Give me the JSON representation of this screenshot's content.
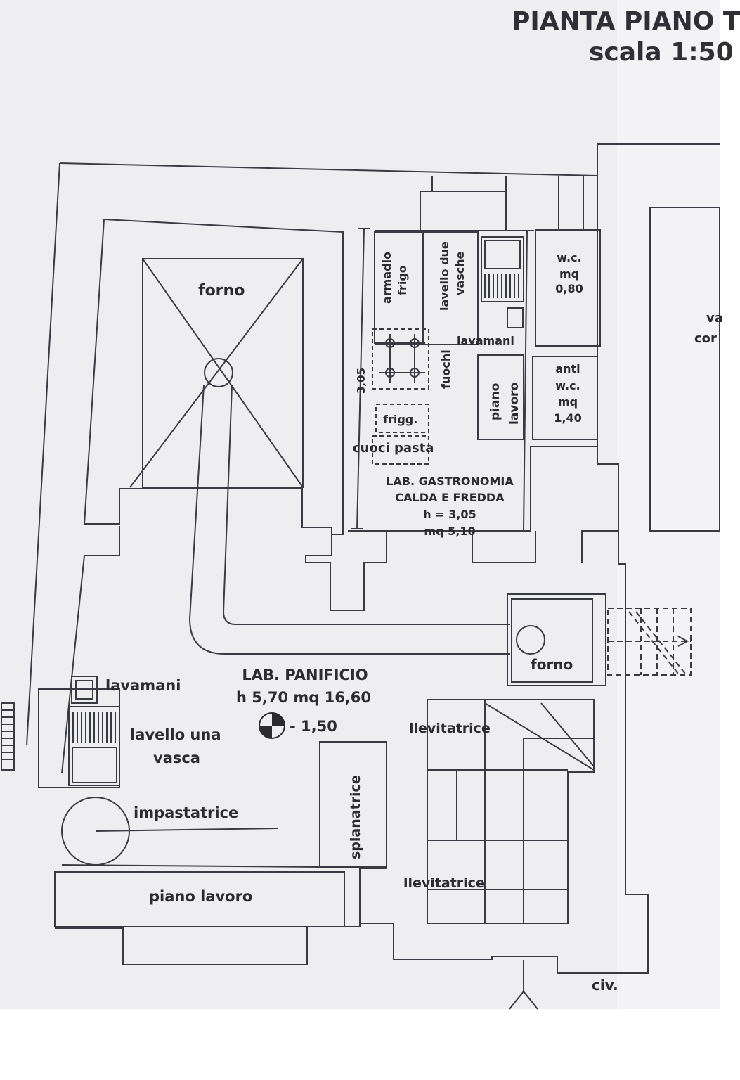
{
  "header": {
    "title": "PIANTA PIANO T",
    "scale": "scala 1:50"
  },
  "rooms": {
    "lab_gastronomia": {
      "line1": "LAB. GASTRONOMIA",
      "line2": "CALDA E FREDDA",
      "height": "h = 3,05",
      "area": "mq 5,10"
    },
    "lab_panificio": {
      "line1": "LAB. PANIFICIO",
      "line2": "h 5,70 mq 16,60",
      "level": "- 1,50"
    },
    "wc": {
      "line1": "w.c.",
      "line2": "mq",
      "line3": "0,80"
    },
    "anti_wc": {
      "line1": "anti",
      "line2": "w.c.",
      "line3": "mq",
      "line4": "1,40"
    },
    "neighbor": {
      "line1": "va",
      "line2": "cor"
    }
  },
  "fixtures": {
    "forno_top": "forno",
    "forno_bottom": "forno",
    "armadio_frigo_1": "armadio",
    "armadio_frigo_2": "frigo",
    "lavello_due_vasche_1": "lavello due",
    "lavello_due_vasche_2": "vasche",
    "lavamani_top": "lavamani",
    "fuochi": "fuochi",
    "piano_lavoro_top_1": "piano",
    "piano_lavoro_top_2": "lavoro",
    "frigg": "frigg.",
    "cuoci_pasta": "cuoci pasta",
    "lavamani_bottom": "lavamani",
    "lavello_una_vasca_1": "lavello una",
    "lavello_una_vasca_2": "vasca",
    "impastatrice": "impastatrice",
    "splanatrice": "splanatrice",
    "lievitatrice_1": "llevitatrice",
    "lievitatrice_2": "llevitatrice",
    "piano_lavoro_bottom": "piano lavoro"
  },
  "dimensions": {
    "height_305": "3,05"
  },
  "misc": {
    "civ": "civ."
  },
  "colors": {
    "paper": "#eeedf0",
    "ink": "#2b2b30"
  }
}
